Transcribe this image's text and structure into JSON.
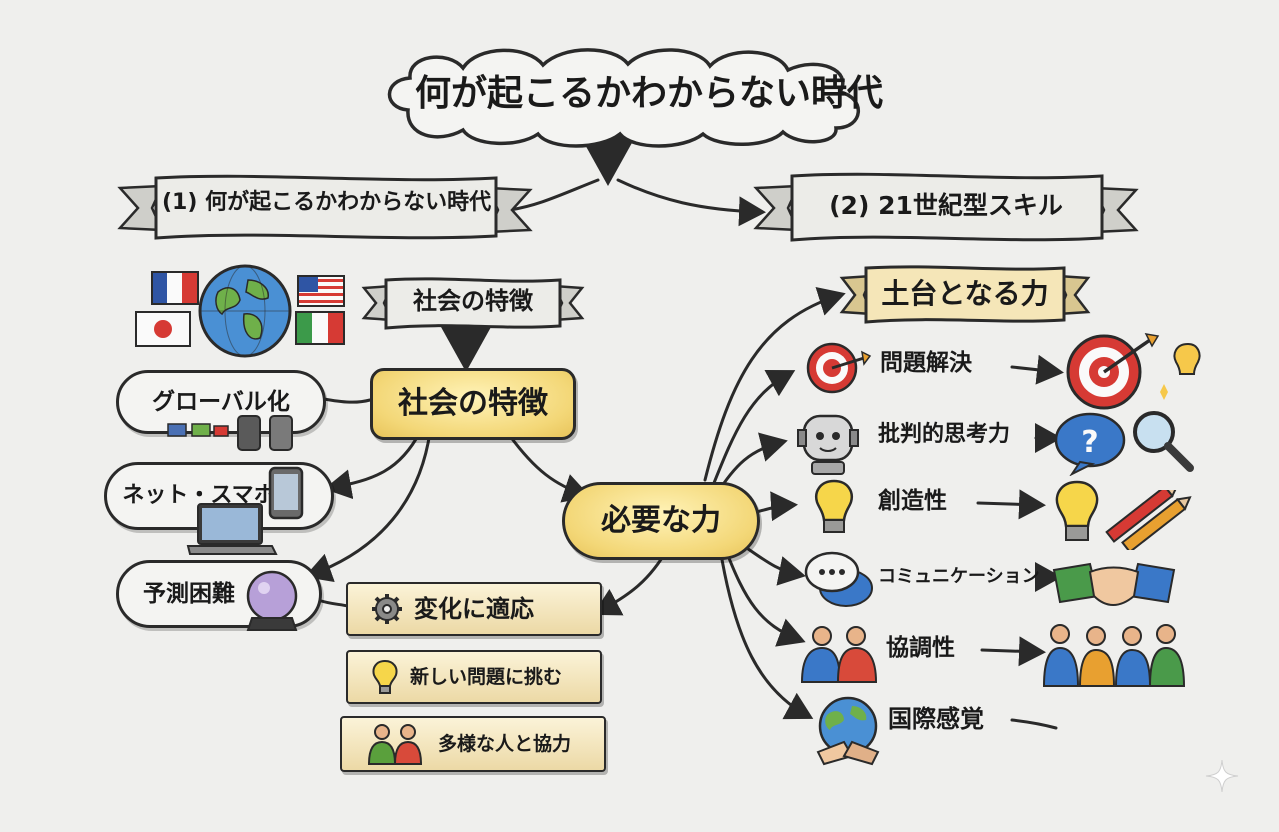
{
  "title": "何が起こるかわからない時代",
  "left_banner": "(1) 何が起こるかわからない時代",
  "right_banner": "(2) 21世紀型スキル",
  "society_banner": "社会の特徴",
  "society_box": "社会の特徴",
  "left_items": [
    "グローバル化",
    "ネット・スマホ",
    "予測困難"
  ],
  "needed_power": "必要な力",
  "left_abilities": [
    "変化に適応",
    "新しい問題に挑む",
    "多様な人と協力"
  ],
  "foundation_banner": "土台となる力",
  "skills": [
    "問題解決",
    "批判的思考力",
    "創造性",
    "コミュニケーション",
    "協調性",
    "国際感覚"
  ],
  "colors": {
    "ink": "#2a2a2a",
    "gold_box": "#f3d777",
    "paper": "#efefed",
    "plaque": "#ecd9a6"
  },
  "icons": [
    "globe-icon",
    "flag-icon",
    "smartphone-icon",
    "laptop-icon",
    "crystal-ball-icon",
    "gear-icon",
    "lightbulb-icon",
    "people-icon",
    "target-icon",
    "robot-icon",
    "magnifier-icon",
    "question-bubble-icon",
    "pencil-icon",
    "speech-bubble-icon",
    "handshake-icon",
    "team-icon"
  ]
}
